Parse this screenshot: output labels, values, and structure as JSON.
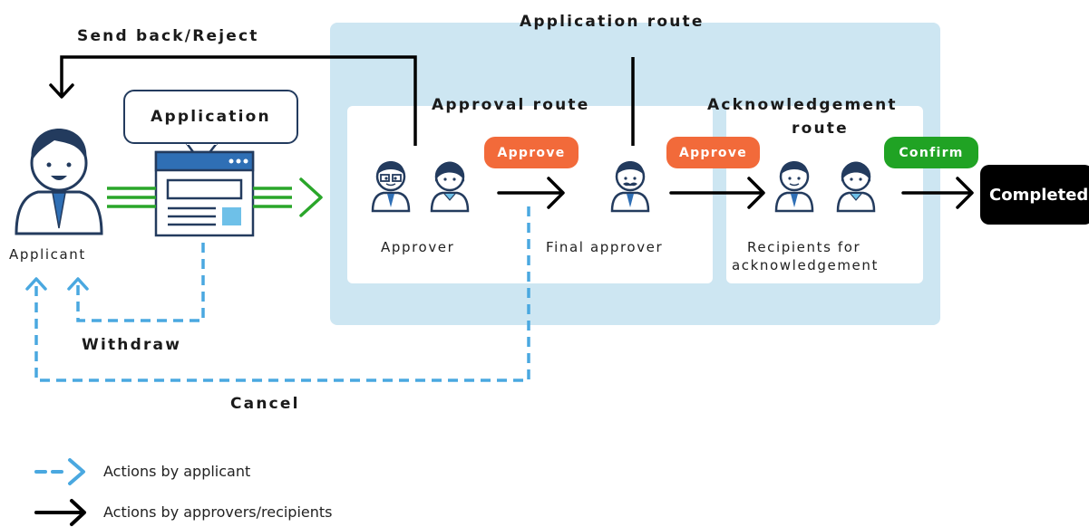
{
  "labels": {
    "application_route": "Application route",
    "send_back_reject": "Send back/Reject",
    "approval_route": "Approval route",
    "acknowledgement_route_line1": "Acknowledgement",
    "acknowledgement_route_line2": "route",
    "application": "Application",
    "applicant": "Applicant",
    "approver": "Approver",
    "final_approver": "Final approver",
    "recipients_line1": "Recipients for",
    "recipients_line2": "acknowledgement",
    "withdraw": "Withdraw",
    "cancel": "Cancel",
    "completed": "Completed"
  },
  "badges": {
    "approve_1": "Approve",
    "approve_2": "Approve",
    "confirm": "Confirm"
  },
  "legend": {
    "applicant_actions": "Actions by applicant",
    "approver_actions": "Actions by approvers/recipients"
  },
  "colors": {
    "route_background": "#cde6f2",
    "orange_badge": "#f26a3a",
    "green_badge": "#20a324",
    "dashed_arrow": "#4aa8e0",
    "submit_arrow": "#2aa62a",
    "navy": "#233b5e"
  }
}
